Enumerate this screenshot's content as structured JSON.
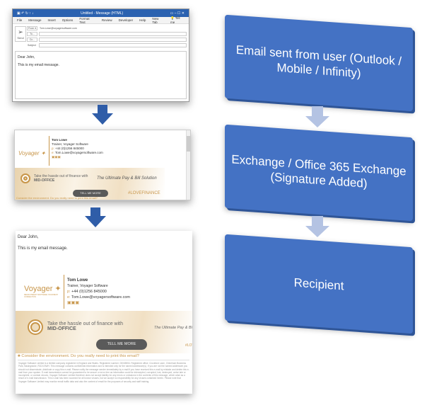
{
  "outlook": {
    "title": "Untitled - Message (HTML)",
    "menu": [
      "File",
      "Message",
      "Insert",
      "Options",
      "Format Text",
      "Review",
      "Developer",
      "Help",
      "New Tab",
      "Tell me"
    ],
    "send": "Send",
    "from_label": "From",
    "from_value": "Tom.Lowe@voyagersoftware.com",
    "to_label": "To...",
    "cc_label": "Cc...",
    "subject_label": "Subject",
    "greeting": "Dear John,",
    "message": "This is my email message."
  },
  "signature": {
    "name": "Tom Lowe",
    "title": "Trainer, Voyager Software",
    "phone_label": "p:",
    "phone": "+44 (0)1256 845000",
    "email_label": "e:",
    "email": "Tom.Lowe@voyagersoftware.com",
    "logo": "Voyager",
    "logo_tag": "RECRUITMENT SOFTWARE YOUR BEST CONNECTION",
    "banner_line1": "Take the hassle out of finance with",
    "banner_line2": "MID-OFFICE",
    "tagline": "The Ultimate Pay & Bill Solution",
    "hashtag": "#LOVEFINANCE",
    "button": "TELL ME MORE",
    "env": "Consider the environment. Do you really need to print this email?",
    "legal": "Voyager Software Limited is a limited company registered in England and Wales. Registered number: 00045554. Registered office: Crockford Lane, Chineham Business Park, Basingstoke, RG24 8WH. This message contains confidential information and is intended only for the named addressee(s). If you are not the named addressee you should not disseminate, distribute or copy this e-mail. Please notify the message sender immediately by e-mail if you have received this e-mail by mistake and delete this e-mail from your system. E-mail transmission cannot be guaranteed to be secure or error-free as information could be intercepted, corrupted, lost, destroyed, arrive late or incomplete, or contain viruses. Voyager Software Limited therefore does not accept liability for any errors or omissions in the contents of this message, which arise as a result of e-mail transmission. This e-mail has been scanned for all known viruses, but we accept no responsibility for any viruses contained herein. Please note that Voyager Software Limited may monitor email traffic data and also the content of email for the purposes of security and staff training."
  },
  "flow": {
    "steps": [
      "Email sent from user (Outlook / Mobile / Infinity)",
      "Exchange / Office 365 Exchange (Signature Added)",
      "Recipient"
    ]
  },
  "colors": {
    "box": "#4472c4",
    "gold": "#c8964a",
    "arrow_left": "#2f5da8",
    "arrow_right": "#b4c3e3"
  }
}
